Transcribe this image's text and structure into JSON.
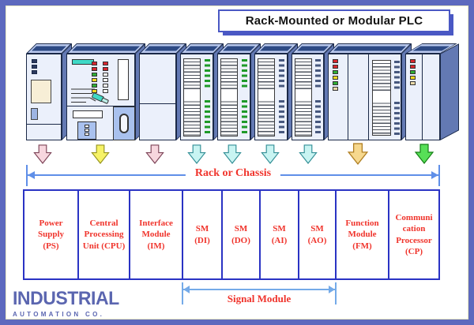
{
  "title": "Rack-Mounted or Modular PLC",
  "rack_span_label": "Rack or Chassis",
  "signal_span_label": "Signal Module",
  "logo": {
    "name": "INDUSTRIAL",
    "subtitle": "AUTOMATION CO."
  },
  "modules": [
    {
      "id": "power-supply"
    },
    {
      "id": "cpu"
    },
    {
      "id": "interface-module"
    },
    {
      "id": "signal-module-digital-input",
      "led": "green"
    },
    {
      "id": "signal-module-digital-output",
      "led": "green"
    },
    {
      "id": "signal-module-analog-input",
      "led": "slate"
    },
    {
      "id": "signal-module-analog-output",
      "led": "slate"
    },
    {
      "id": "function-module"
    },
    {
      "id": "communication-processor"
    }
  ],
  "table": {
    "cells": [
      {
        "label": "Power\nSupply\n(PS)"
      },
      {
        "label": "Central\nProcessing\nUnit (CPU)"
      },
      {
        "label": "Interface\nModule\n(IM)"
      },
      {
        "label": "SM\n(DI)"
      },
      {
        "label": "SM\n(DO)"
      },
      {
        "label": "SM\n(AI)"
      },
      {
        "label": "SM\n(AO)"
      },
      {
        "label": "Function\nModule\n(FM)"
      },
      {
        "label": "Communi\ncation\nProcessor\n(CP)"
      }
    ]
  },
  "arrows": [
    {
      "under": "power-supply",
      "color": "pink"
    },
    {
      "under": "cpu",
      "color": "yellow"
    },
    {
      "under": "interface-module",
      "color": "pink"
    },
    {
      "under": "sm-di",
      "color": "cyan"
    },
    {
      "under": "sm-do",
      "color": "cyan"
    },
    {
      "under": "sm-ai",
      "color": "cyan"
    },
    {
      "under": "sm-ao",
      "color": "cyan"
    },
    {
      "under": "function-module",
      "color": "orange"
    },
    {
      "under": "communication-processor",
      "color": "green"
    }
  ],
  "colors": {
    "frame": "#5d69be",
    "table_border": "#2a33c4",
    "label_red": "#f0342c",
    "rack_arrow_blue": "#5f8fe8",
    "signal_arrow_blue": "#74aae8",
    "logo_blue": "#5b66b0",
    "module_top": "#2d4a84",
    "module_side": "#6379b3",
    "module_front": "#ebf0fb"
  }
}
